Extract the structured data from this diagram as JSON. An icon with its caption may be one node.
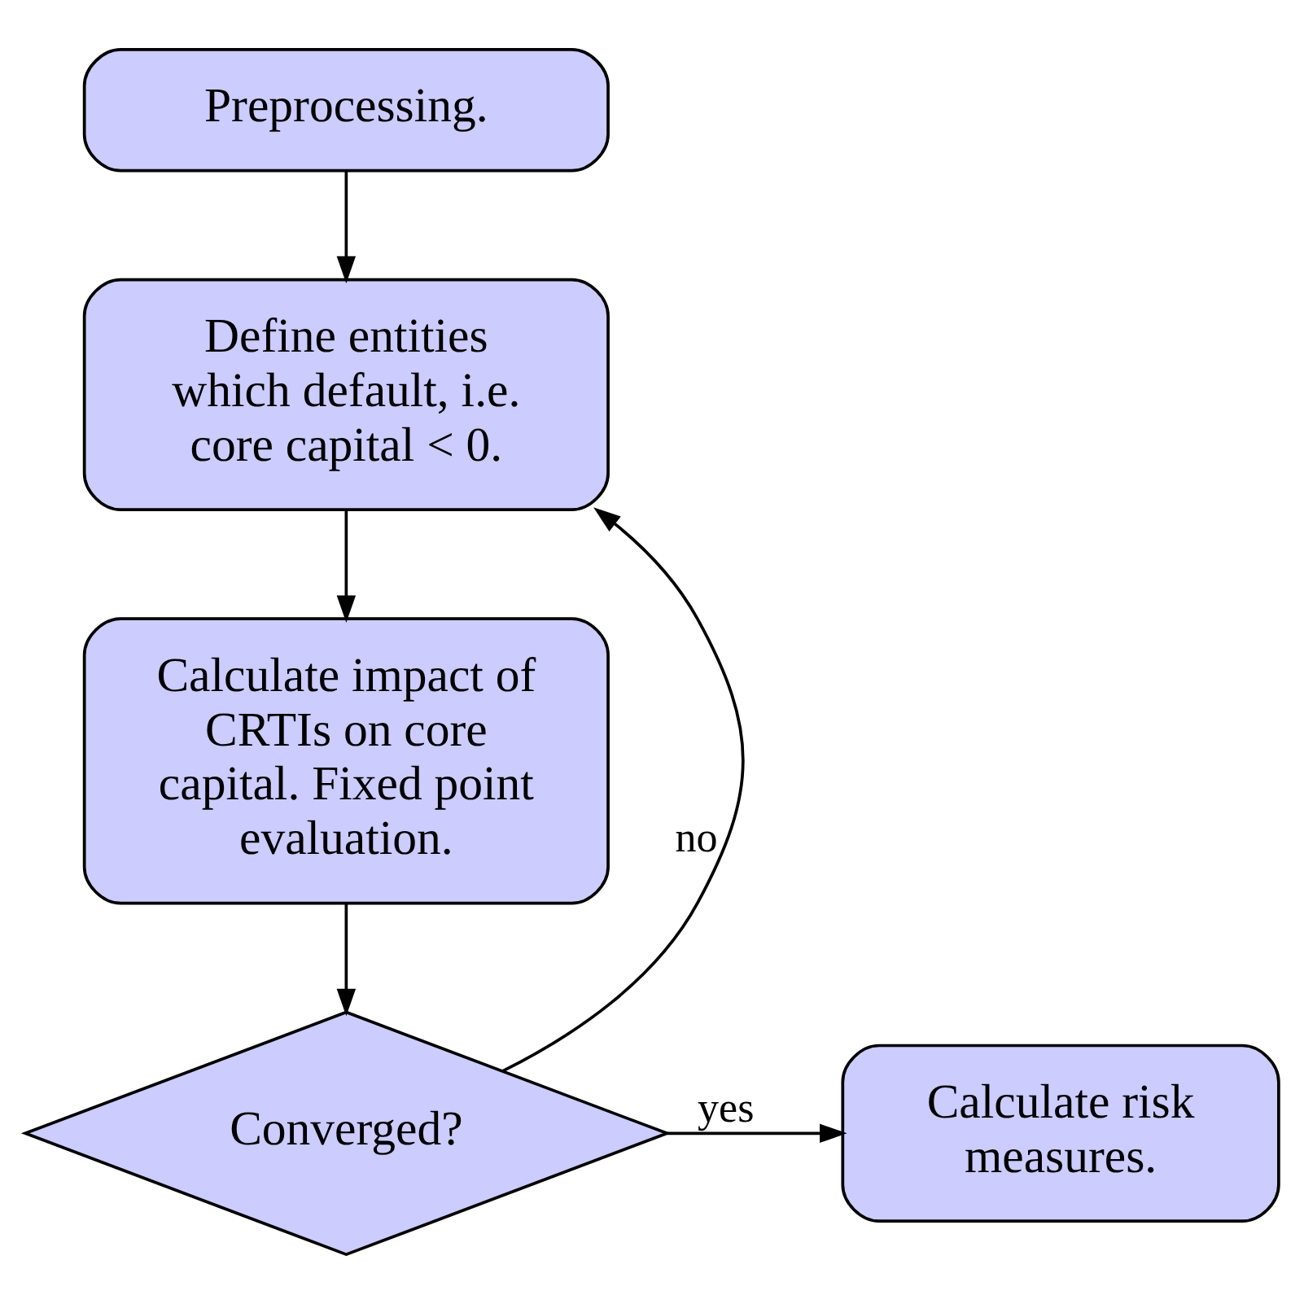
{
  "diagram": {
    "nodes": [
      {
        "text": [
          "Preprocessing."
        ]
      },
      {
        "text": [
          "Define entities which default, i.e. core capital < 0."
        ]
      },
      {
        "text": [
          "Calculate impact of CRTIs on core capital. Fixed point evaluation."
        ]
      },
      {
        "text": [
          "Converged?"
        ]
      },
      {
        "text": [
          "Calculate risk measures."
        ]
      }
    ],
    "edges": [
      {
        "from": 0,
        "to": 1,
        "arrow": "to"
      },
      {
        "from": 1,
        "to": 2,
        "arrow": "to"
      },
      {
        "from": 2,
        "to": 3,
        "arrow": "to"
      },
      {
        "from": 3,
        "to": 4,
        "arrow": "to",
        "label": "yes"
      },
      {
        "from": 3,
        "to": 1,
        "arrow": "to",
        "label": "no"
      }
    ]
  }
}
